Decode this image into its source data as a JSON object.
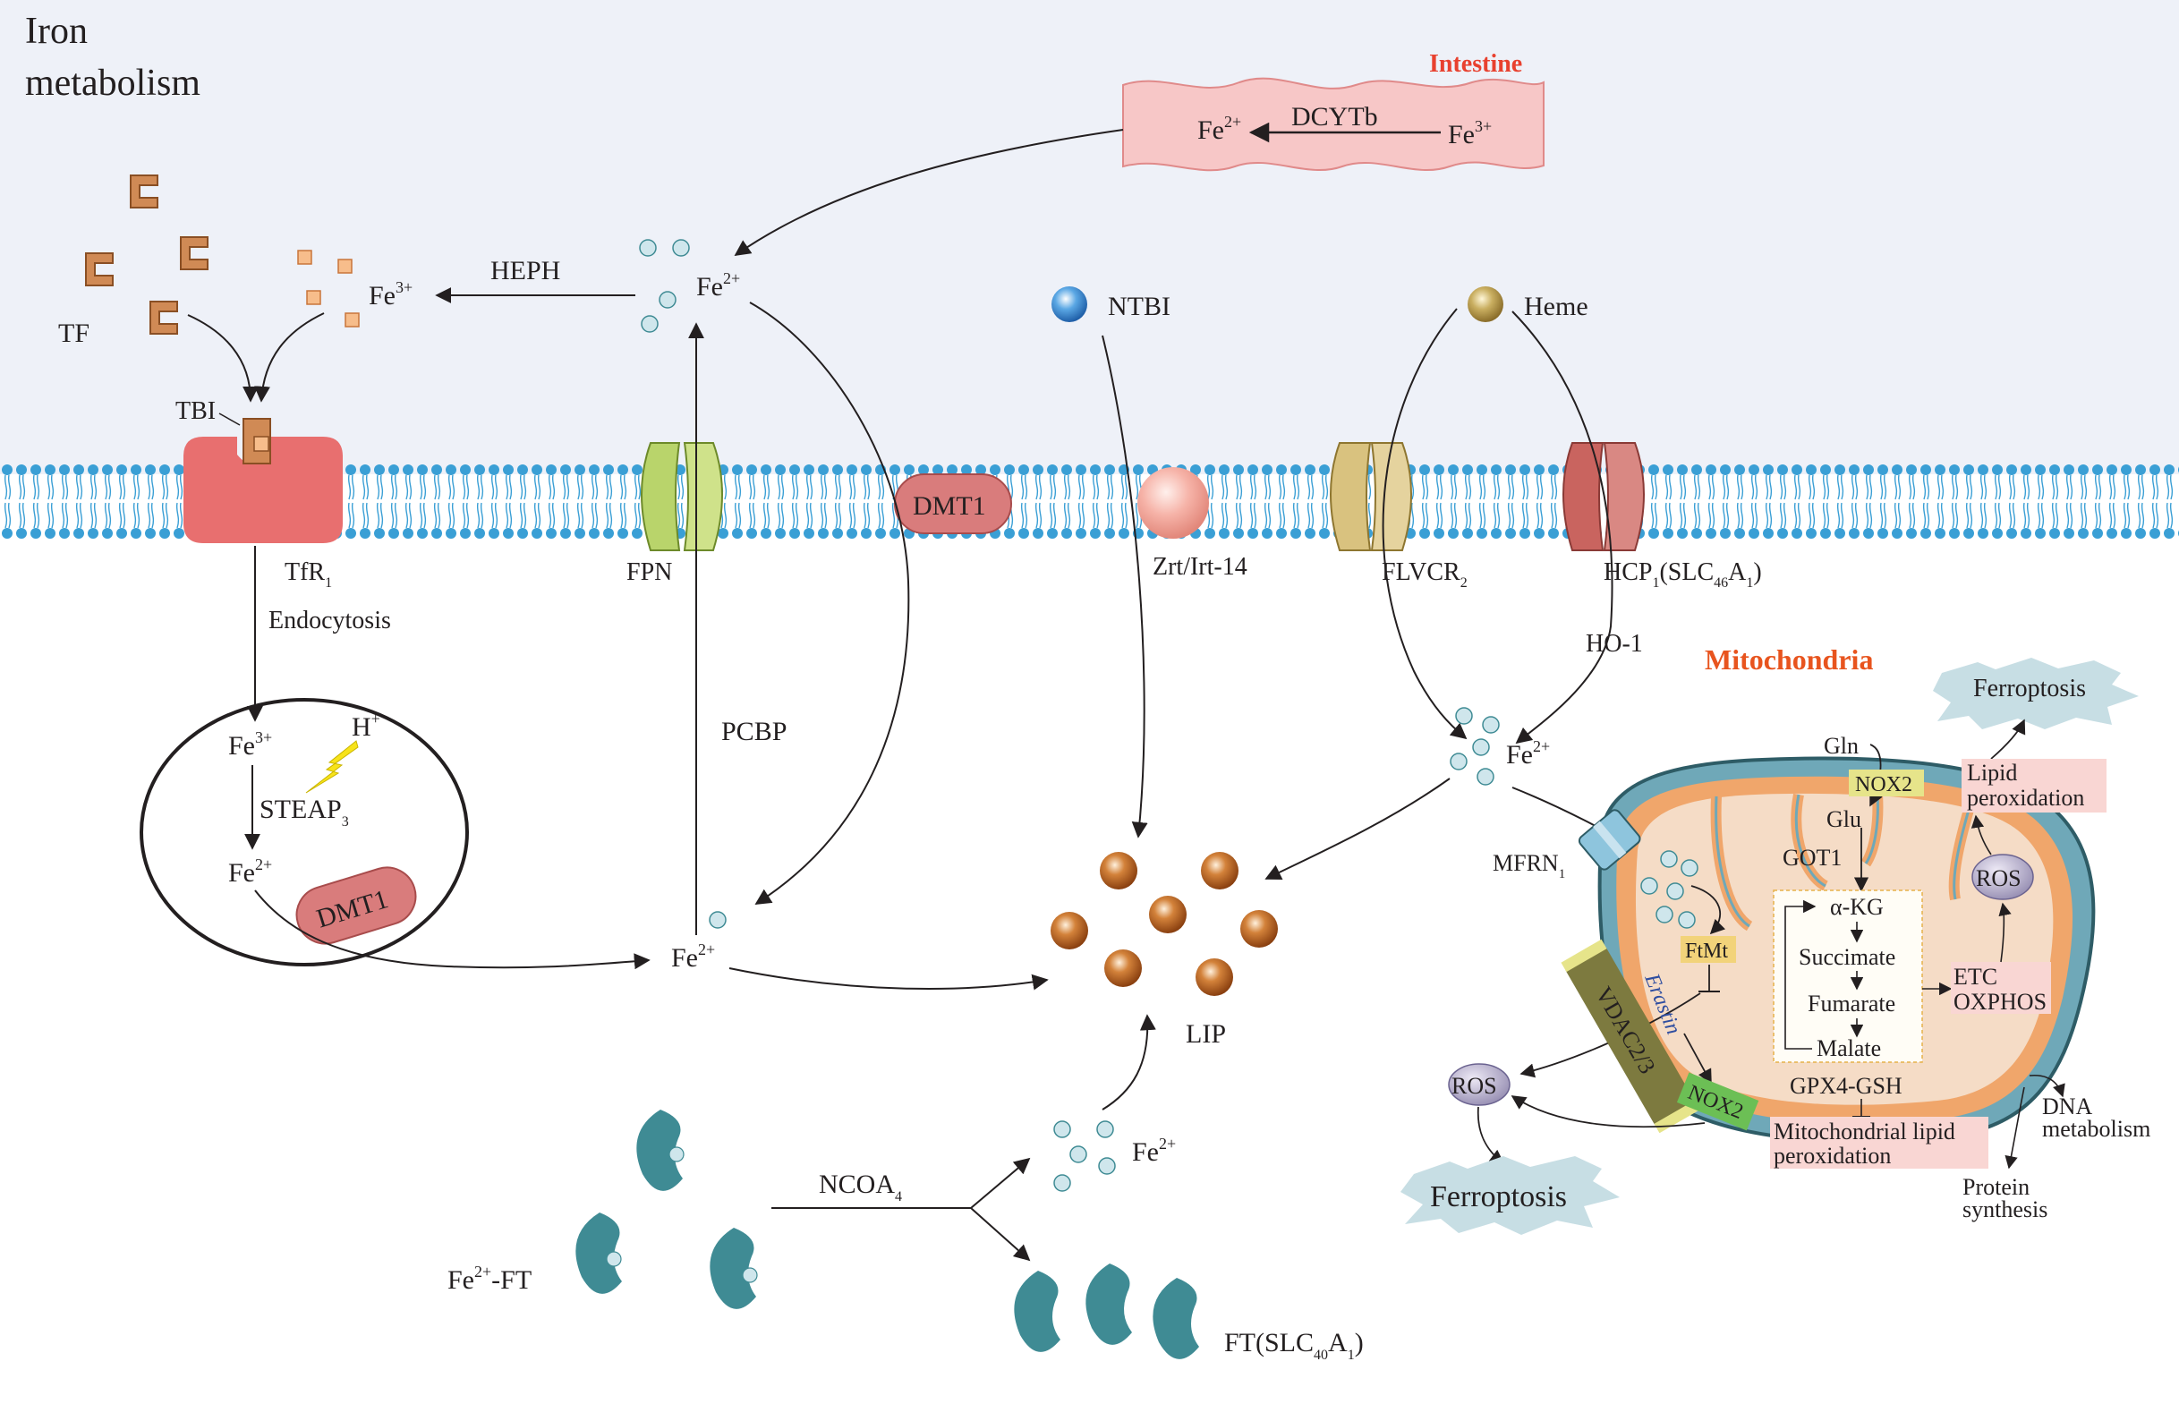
{
  "title": {
    "line1": "Iron",
    "line2": "metabolism"
  },
  "colors": {
    "extracellular_bg": "#eef1f8",
    "membrane_head": "#3a9fd5",
    "intestine_fill": "#f7c7c7",
    "tfr_red": "#e86f6f",
    "dmt1_fill": "#d97c7c",
    "fpn_green": "#b9d46b",
    "flvcr_tan": "#d9c27f",
    "hcp_red": "#c9645f",
    "ferritin_teal": "#3f8b94",
    "lip_orange": "#c4621e",
    "tf_brown": "#d08a55",
    "mito_outer": "#6fa8b8",
    "mito_orange": "#f0a66b",
    "mito_inner": "#f5dcc6",
    "label_red": "#e8412f",
    "label_orange": "#e8541e",
    "ferroptosis_fill": "#c7dee4",
    "pink_box": "#f9d6d3",
    "yellow_box": "#f2d37a",
    "nox2_yellow": "#e6e48a",
    "nox2_green": "#6cbf55",
    "vdac_olive": "#7d7a3f",
    "ros_purple": "#9b93b6"
  },
  "labels": {
    "intestine": "Intestine",
    "dcytb": "DCYTb",
    "fe2": "Fe",
    "fe3": "Fe",
    "sup2": "2+",
    "sup3": "3+",
    "sup_h": "+",
    "heph": "HEPH",
    "tf": "TF",
    "tbi": "TBI",
    "ntbi": "NTBI",
    "heme": "Heme",
    "tfr": "TfR",
    "tfr_sub": "1",
    "fpn": "FPN",
    "dmt1": "DMT1",
    "zrt": "Zrt/Irt-14",
    "flvcr": "FLVCR",
    "flvcr_sub": "2",
    "hcp_a": "HCP",
    "hcp_sub1": "1",
    "hcp_b": "(SLC",
    "hcp_sub46": "46",
    "hcp_c": "A",
    "hcp_d": ")",
    "endocytosis": "Endocytosis",
    "h": "H",
    "steap": "STEAP",
    "steap_sub": "3",
    "pcbp": "PCBP",
    "ho1": "HO-1",
    "mitochondria": "Mitochondria",
    "mfrn": "MFRN",
    "mfrn_sub": "1",
    "lip": "LIP",
    "ncoa": "NCOA",
    "ncoa_sub": "4",
    "fe_ft": "-FT",
    "ft_a": "FT(SLC",
    "ft_sub40": "40",
    "ft_c": "A",
    "ft_d": ")",
    "ferroptosis": "Ferroptosis",
    "ros": "ROS",
    "ftmt": "FtMt",
    "erastin": "Erastin",
    "vdac": "VDAC2/3",
    "nox2": "NOX2",
    "gln": "Gln",
    "glu": "Glu",
    "got1": "GOT1",
    "akg": "α-KG",
    "succinate": "Succimate",
    "fumarate": "Fumarate",
    "malate": "Malate",
    "gpx4": "GPX4-GSH",
    "lipid_perox_1": "Lipid",
    "lipid_perox_2": "peroxidation",
    "etc": "ETC",
    "oxphos": "OXPHOS",
    "mito_lipid_1": "Mitochondrial lipid",
    "mito_lipid_2": "peroxidation",
    "dna_1": "DNA",
    "dna_2": "metabolism",
    "protein_1": "Protein",
    "protein_2": "synthesis"
  }
}
